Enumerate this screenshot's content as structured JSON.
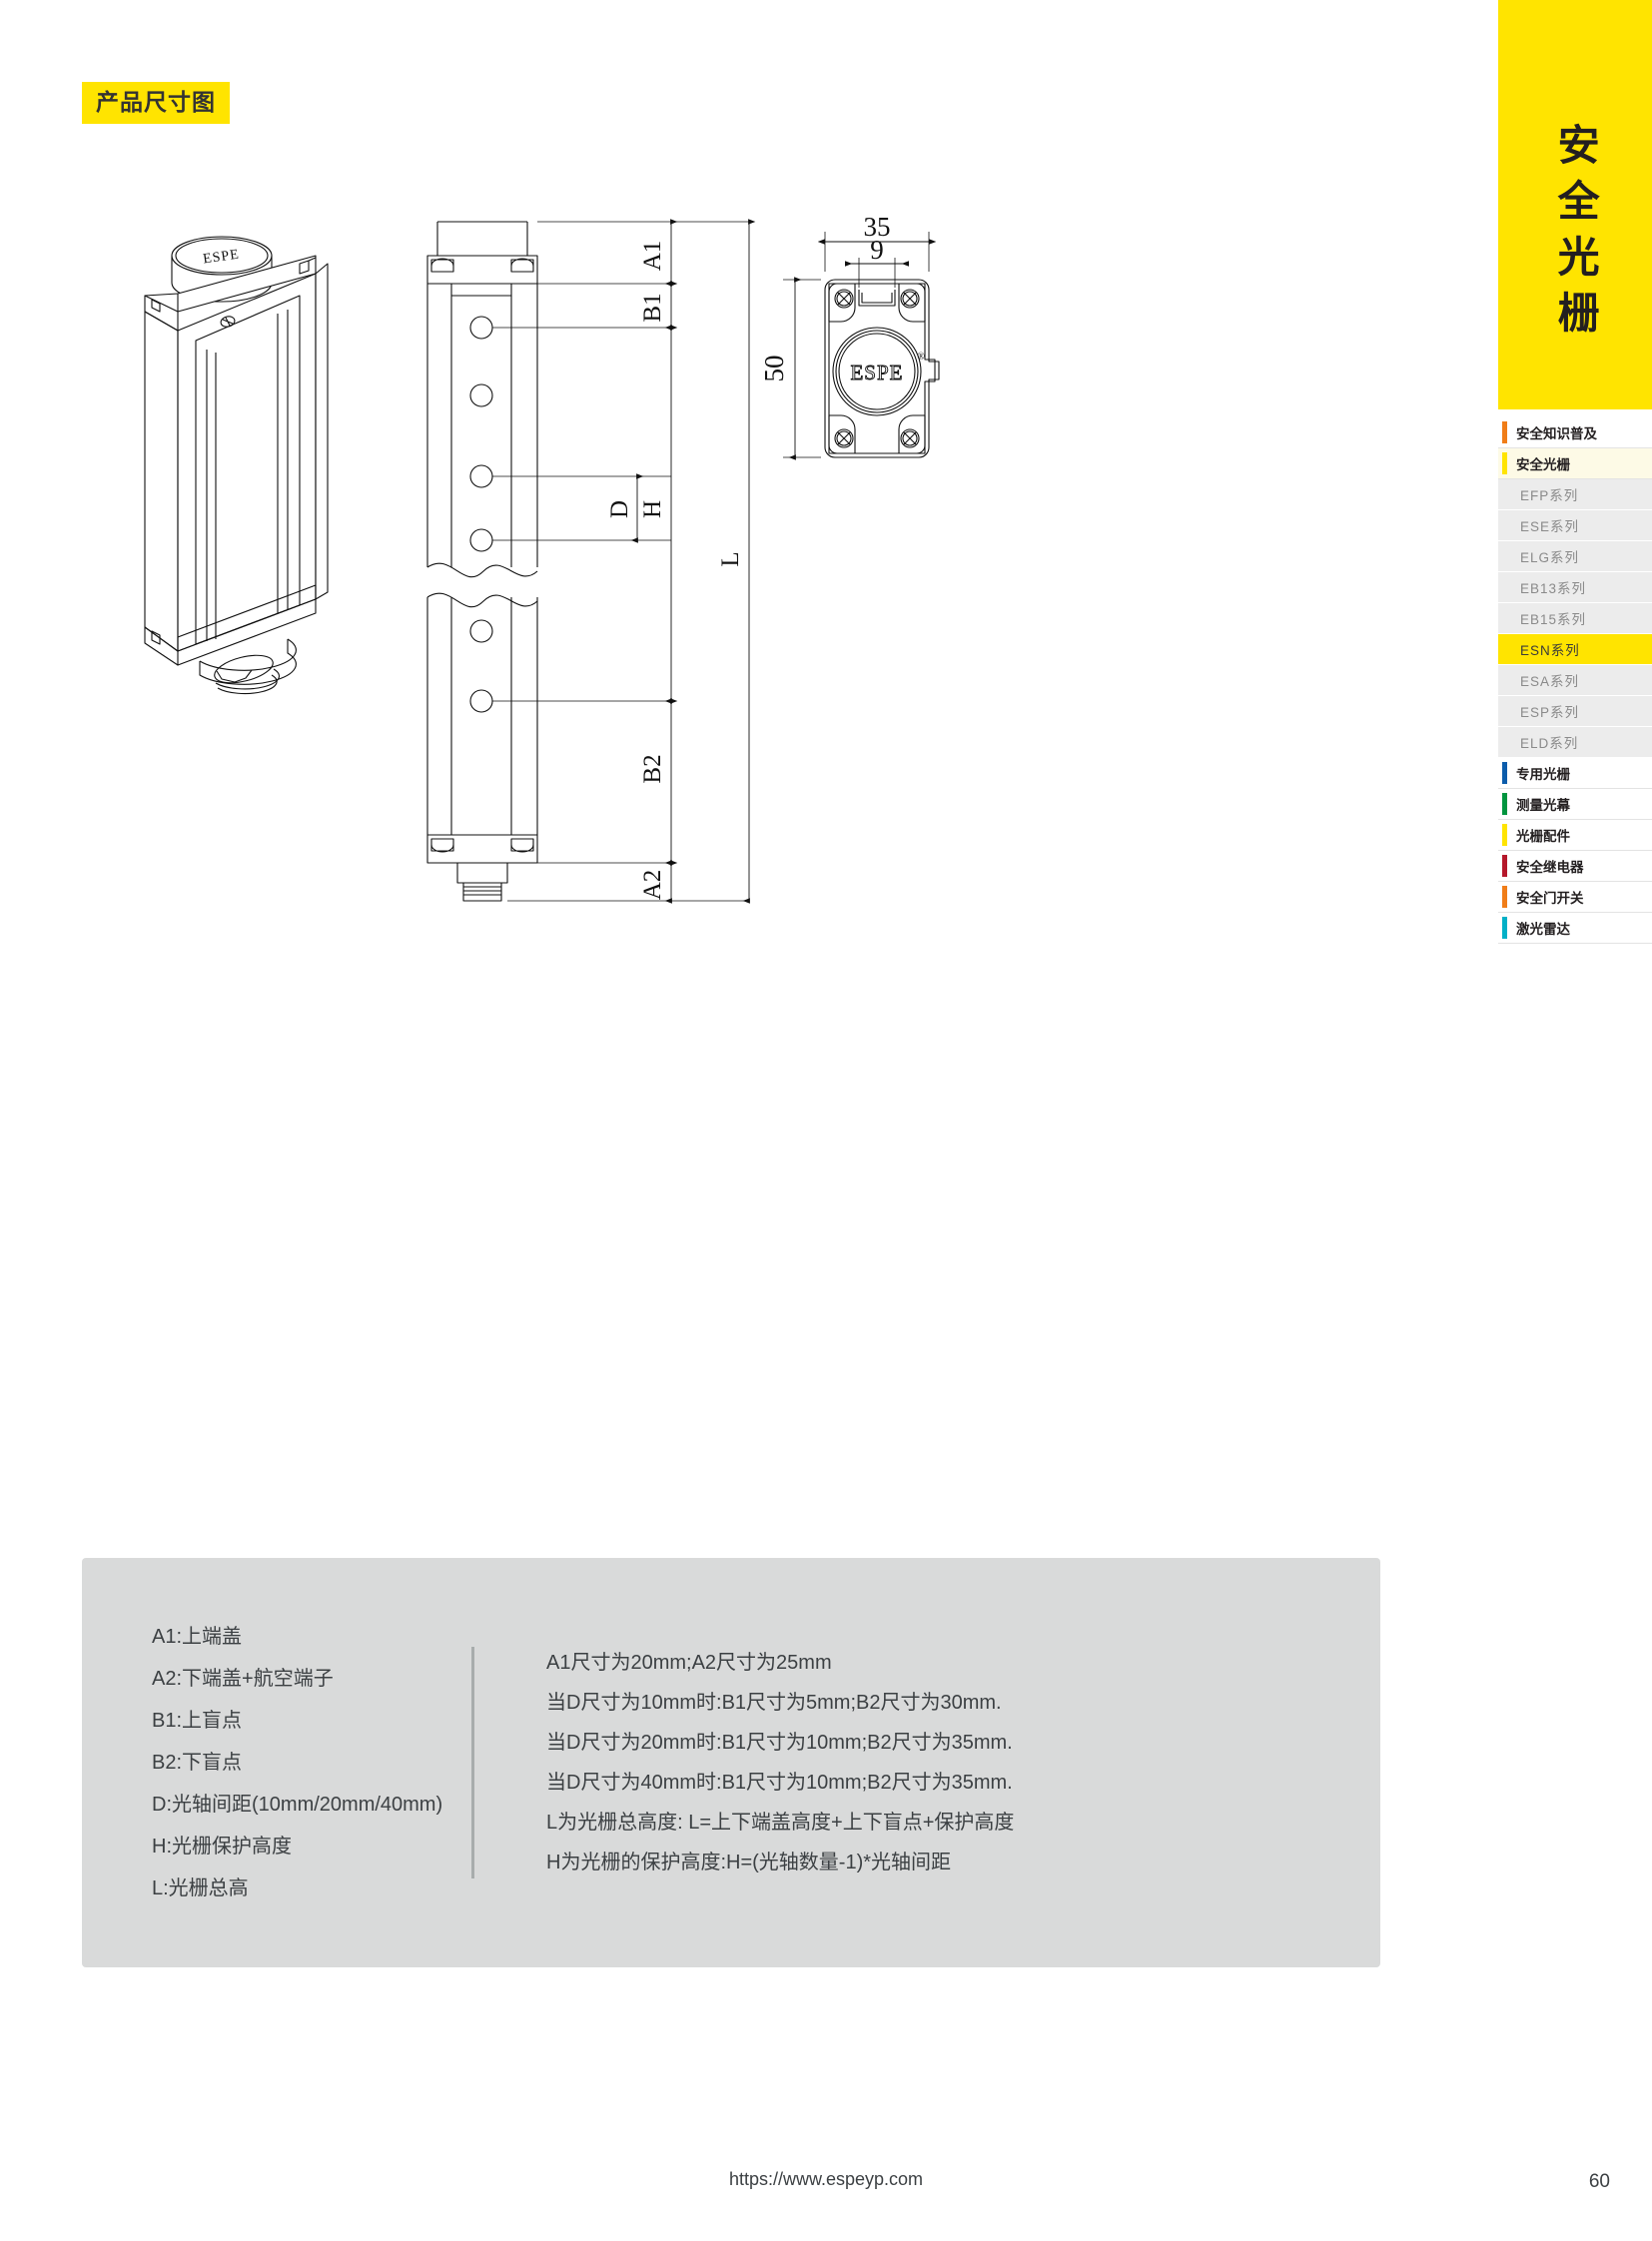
{
  "page": {
    "title_badge": "产品尺寸图",
    "page_number": "60",
    "footer_url": "https://www.espeyp.com",
    "accent_yellow": "#ffe400",
    "panel_gray": "#d9dada"
  },
  "sidebar": {
    "banner_text": "安全光栅",
    "items": [
      {
        "label": "安全知识普及",
        "type": "top",
        "bar_color": "#f07d18",
        "active": false
      },
      {
        "label": "安全光栅",
        "type": "top",
        "bar_color": "#ffe400",
        "active": true
      },
      {
        "label": "EFP系列",
        "type": "sub",
        "bar_color": "",
        "active": false
      },
      {
        "label": "ESE系列",
        "type": "sub",
        "bar_color": "",
        "active": false
      },
      {
        "label": "ELG系列",
        "type": "sub",
        "bar_color": "",
        "active": false
      },
      {
        "label": "EB13系列",
        "type": "sub",
        "bar_color": "",
        "active": false
      },
      {
        "label": "EB15系列",
        "type": "sub",
        "bar_color": "",
        "active": false
      },
      {
        "label": "ESN系列",
        "type": "sub",
        "bar_color": "",
        "active": true
      },
      {
        "label": "ESA系列",
        "type": "sub",
        "bar_color": "",
        "active": false
      },
      {
        "label": "ESP系列",
        "type": "sub",
        "bar_color": "",
        "active": false
      },
      {
        "label": "ELD系列",
        "type": "sub",
        "bar_color": "",
        "active": false
      },
      {
        "label": "专用光栅",
        "type": "top",
        "bar_color": "#0b5cab",
        "active": false
      },
      {
        "label": "测量光幕",
        "type": "top",
        "bar_color": "#00953f",
        "active": false
      },
      {
        "label": "光栅配件",
        "type": "top",
        "bar_color": "#ffe400",
        "active": false
      },
      {
        "label": "安全继电器",
        "type": "top",
        "bar_color": "#b5182b",
        "active": false
      },
      {
        "label": "安全门开关",
        "type": "top",
        "bar_color": "#f07d18",
        "active": false
      },
      {
        "label": "激光雷达",
        "type": "top",
        "bar_color": "#00b0c7",
        "active": false
      }
    ]
  },
  "drawing": {
    "brand_mark": "ESPE",
    "brand_mark_registered": "®",
    "dimension_labels": {
      "a1": "A1",
      "a2": "A2",
      "b1": "B1",
      "b2": "B2",
      "d": "D",
      "h": "H",
      "l": "L",
      "width_total": "35",
      "width_slot": "9",
      "depth": "50"
    }
  },
  "legend": {
    "left_column": [
      "A1:上端盖",
      "A2:下端盖+航空端子",
      "B1:上盲点",
      "B2:下盲点",
      "D:光轴间距(10mm/20mm/40mm)",
      "H:光栅保护高度",
      "L:光栅总高"
    ],
    "right_column": [
      "A1尺寸为20mm;A2尺寸为25mm",
      "当D尺寸为10mm时:B1尺寸为5mm;B2尺寸为30mm.",
      "当D尺寸为20mm时:B1尺寸为10mm;B2尺寸为35mm.",
      "当D尺寸为40mm时:B1尺寸为10mm;B2尺寸为35mm.",
      "L为光栅总高度: L=上下端盖高度+上下盲点+保护高度",
      "H为光栅的保护高度:H=(光轴数量-1)*光轴间距"
    ]
  }
}
